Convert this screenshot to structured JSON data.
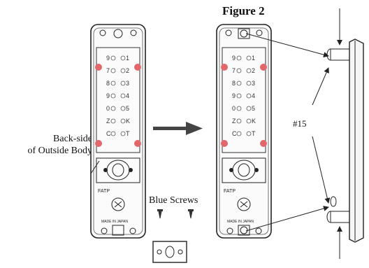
{
  "figure": {
    "title": "Figure 2"
  },
  "labels": {
    "back_side_line1": "Back-side",
    "back_side_line2": "of Outside Body",
    "blue_screws": "Blue Screws",
    "part_number": "#15"
  },
  "keypad": {
    "left_column": [
      "9",
      "7",
      "8",
      "9",
      "0",
      "Z",
      "C"
    ],
    "right_column": [
      "1",
      "2",
      "3",
      "4",
      "5",
      "K",
      "T"
    ]
  },
  "panel_marks": {
    "model": "FATP",
    "origin": "MADE IN JAPAN"
  },
  "colors": {
    "dot": "#e2676b",
    "line": "#222222",
    "panel_fill": "#fbfbfb"
  }
}
